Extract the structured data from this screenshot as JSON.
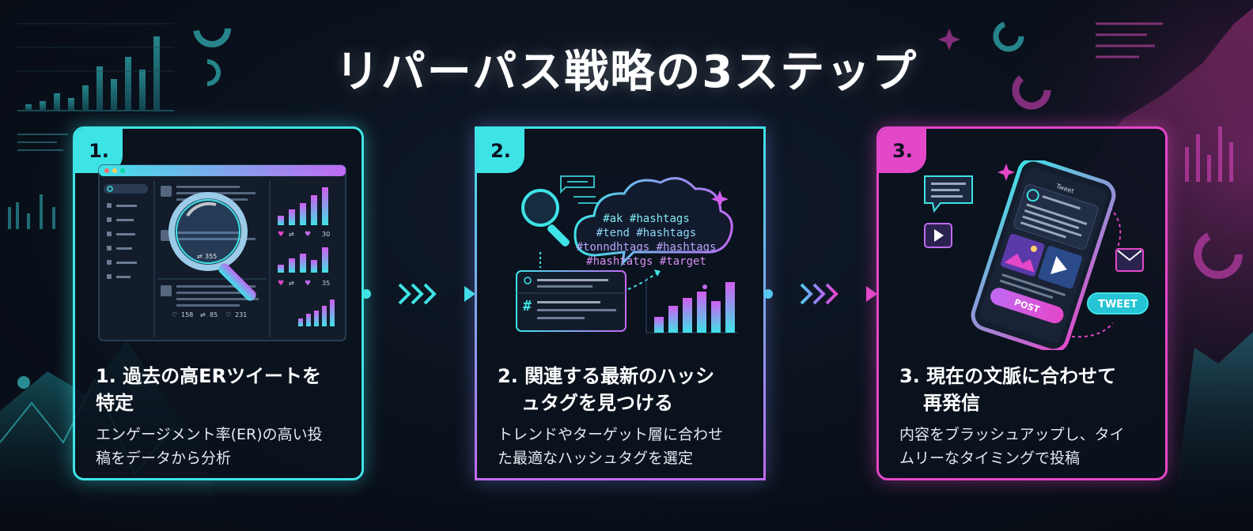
{
  "page_title": "リパーパス戦略の3ステップ",
  "steps": [
    {
      "badge": "1.",
      "title_line1": "1. 過去の高ERツイートを",
      "title_line2": "特定",
      "desc_line1": "エンゲージメント率(ER)の高い投",
      "desc_line2": "稿をデータから分析",
      "illustration": {
        "stats_row_1": [
          "355"
        ],
        "stats_row_2": [
          "30"
        ],
        "stats_row_3": [
          "35"
        ],
        "stats_row_4": [
          "158",
          "85",
          "231"
        ]
      }
    },
    {
      "badge": "2.",
      "title_line1": "2. 関連する最新のハッシ",
      "title_line2": "ュタグを見つける",
      "desc_line1": "トレンドやターゲット層に合わせ",
      "desc_line2": "た最適なハッシュタグを選定",
      "illustration": {
        "hashtags": [
          "#ak #hashtags",
          "#tend #hashtags",
          "#tonndhtags #hashtags",
          "#hashtatgs #target"
        ],
        "input_symbol": "#"
      }
    },
    {
      "badge": "3.",
      "title_line1": "3. 現在の文脈に合わせて",
      "title_line2": "再発信",
      "desc_line1": "内容をブラッシュアップし、タイ",
      "desc_line2": "ムリーなタイミングで投稿",
      "illustration": {
        "phone_header": "Tweet",
        "post_button": "POST",
        "tweet_label": "TWEET"
      }
    }
  ],
  "colors": {
    "cyan": "#3ee3e6",
    "violet": "#8a8cf5",
    "magenta": "#e447c8",
    "background": "#0a111c"
  },
  "icons": [
    "search-icon",
    "magnifier-icon",
    "hashtag-icon",
    "chat-bubble-icon",
    "play-icon",
    "mail-icon",
    "sparkle-icon",
    "arrow-icon"
  ]
}
